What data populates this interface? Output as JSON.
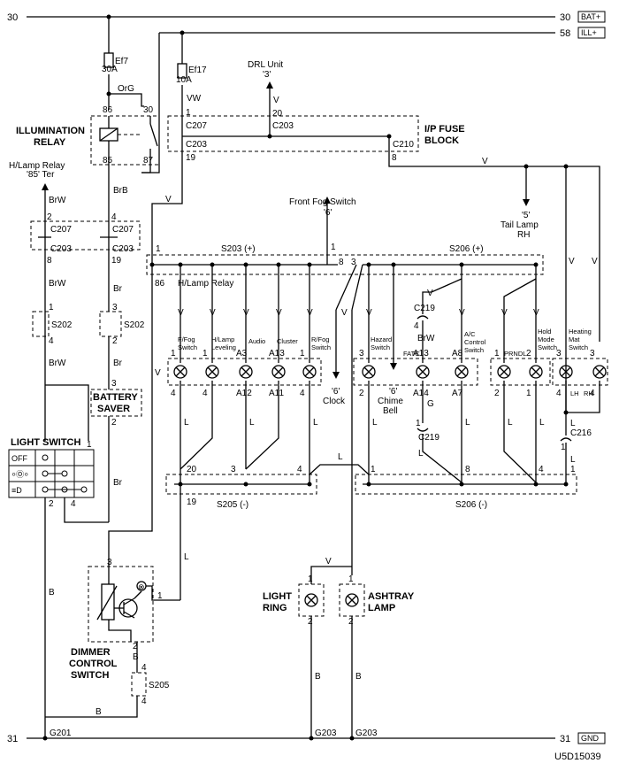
{
  "rails": {
    "bat_left": "30",
    "bat_right": "30",
    "bat_tag": "BAT+",
    "ill_right": "58",
    "ill_tag": "ILL+",
    "gnd_left": "31",
    "gnd_right": "31",
    "gnd_tag": "GND"
  },
  "fuses": [
    {
      "id": "Ef7",
      "rating": "30A"
    },
    {
      "id": "Ef17",
      "rating": "10A"
    }
  ],
  "illumination_relay": {
    "label_1": "ILLUMINATION",
    "label_2": "RELAY",
    "pin_86": "86",
    "pin_30": "30",
    "pin_85": "85",
    "pin_87": "87",
    "wire": "OrG"
  },
  "ip_fuse_block": {
    "label_1": "I/P FUSE",
    "label_2": "BLOCK",
    "c207": "C207",
    "c203": "C203",
    "c210": "C210",
    "c203b": "C203",
    "pin_1": "1",
    "pin_19": "19",
    "pin_20": "20",
    "pin_8": "8",
    "wire_vw": "VW"
  },
  "drl": {
    "label": "DRL Unit",
    "ref": "'3'",
    "wire": "V"
  },
  "hlamp_relay": {
    "label": "H/Lamp Relay",
    "ref": "'85' Ter"
  },
  "tail_lamp": {
    "ref": "'5'",
    "label_1": "Tail Lamp",
    "label_2": "RH"
  },
  "front_fog": {
    "label": "Front Fog Switch",
    "ref": "'6'"
  },
  "splices": {
    "s203": "S203 (+)",
    "s206p": "S206 (+)",
    "s205": "S205 (-)",
    "s206m": "S206 (-)",
    "s202a": "S202",
    "s202b": "S202",
    "s205b": "S205",
    "g201": "G201",
    "g203a": "G203",
    "g203b": "G203"
  },
  "wires": {
    "brw": "BrW",
    "brb": "BrB",
    "br": "Br",
    "v": "V",
    "l": "L",
    "b": "B",
    "g": "G"
  },
  "connectors": {
    "c207": "C207",
    "c203": "C203",
    "c219": "C219",
    "c216": "C216"
  },
  "battery_saver": {
    "label_1": "BATTERY",
    "label_2": "SAVER",
    "pin_3": "3",
    "pin_2": "2"
  },
  "light_switch": {
    "label": "LIGHT SWITCH",
    "off": "OFF",
    "pin_1": "1",
    "pin_2": "2",
    "pin_4": "4"
  },
  "lamps": [
    {
      "name": "F/Fog Switch",
      "top": "1",
      "bot": "4"
    },
    {
      "name": "H/Lamp Leveling",
      "top": "1",
      "bot": "4"
    },
    {
      "name": "Audio",
      "top": "A3",
      "bot": "A12"
    },
    {
      "name": "Cluster",
      "top": "A13",
      "bot": "A11"
    },
    {
      "name": "R/Fog Switch",
      "top": "1",
      "bot": "4"
    },
    {
      "name": "Hazard Switch",
      "top": "3",
      "bot": "2"
    },
    {
      "name": "FATC",
      "top": "A13",
      "bot": "A14"
    },
    {
      "name": "A/C Control Switch",
      "top": "A8",
      "bot": "A7"
    },
    {
      "name": "PRNDL",
      "top": "1",
      "bot": "2"
    },
    {
      "name": "Hold Mode Switch",
      "top": "2",
      "bot": "1"
    },
    {
      "name": "Heating Mat Switch LH",
      "top": "3",
      "bot": "4"
    },
    {
      "name": "Heating Mat Switch RH",
      "top": "3",
      "bot": "4"
    }
  ],
  "lamp_labels": {
    "ffog_1": "F/Fog",
    "ffog_2": "Switch",
    "hlamp_1": "H/Lamp",
    "hlamp_2": "Leveling",
    "audio": "Audio",
    "cluster": "Cluster",
    "rfog_1": "R/Fog",
    "rfog_2": "Switch",
    "hazard_1": "Hazard",
    "hazard_2": "Switch",
    "fatc": "FATC",
    "ac_1": "A/C",
    "ac_2": "Control",
    "ac_3": "Switch",
    "prndl": "PRNDL",
    "hold_1": "Hold",
    "hold_2": "Mode",
    "hold_3": "Switch",
    "heat_1": "Heating",
    "heat_2": "Mat",
    "heat_3": "Switch",
    "lh": "LH",
    "rh": "RH"
  },
  "clock": {
    "ref": "'6'",
    "label": "Clock"
  },
  "chime": {
    "ref": "'6'",
    "label_1": "Chime",
    "label_2": "Bell"
  },
  "dimmer": {
    "label_1": "DIMMER",
    "label_2": "CONTROL",
    "label_3": "SWITCH"
  },
  "light_ring": {
    "label_1": "LIGHT",
    "label_2": "RING"
  },
  "ashtray": {
    "label_1": "ASHTRAY",
    "label_2": "LAMP"
  },
  "diagram_id": "U5D15039"
}
